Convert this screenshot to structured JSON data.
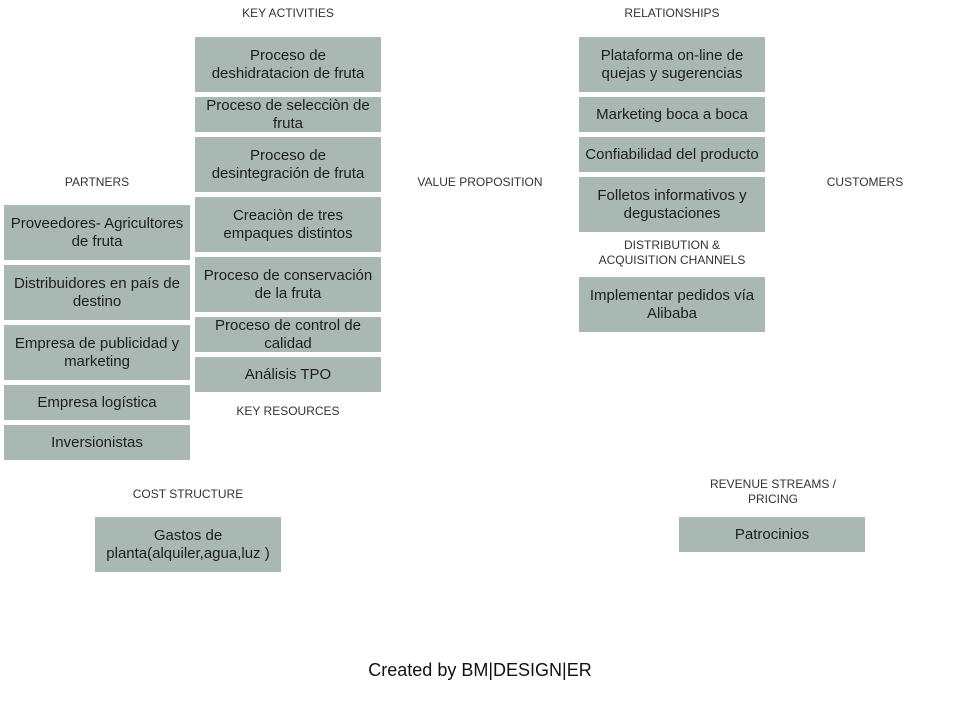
{
  "headers": {
    "key_activities": "KEY ACTIVITIES",
    "relationships": "RELATIONSHIPS",
    "partners": "PARTNERS",
    "value_proposition": "VALUE PROPOSITION",
    "customers": "CUSTOMERS",
    "distribution_channels": "DISTRIBUTION  &  ACQUISITION  CHANNELS",
    "key_resources": "KEY RESOURCES",
    "cost_structure": "COST  STRUCTURE",
    "revenue_streams": "REVENUE STREAMS  /  PRICING"
  },
  "key_activities": [
    "Proceso de deshidratacion de fruta",
    "Proceso de selecciòn de fruta",
    "Proceso de desintegración de fruta",
    "Creaciòn de tres empaques distintos",
    "Proceso de conservación de la fruta",
    "Proceso de control de calidad",
    "Análisis TPO"
  ],
  "relationships": [
    "Plataforma on-line de quejas y sugerencias",
    "Marketing boca a boca",
    "Confiabilidad del producto",
    "Folletos informativos y degustaciones"
  ],
  "partners": [
    "Proveedores- Agricultores de fruta",
    "Distribuidores en país de destino",
    "Empresa de publicidad y marketing",
    "Empresa logística",
    "Inversionistas"
  ],
  "distribution_channels": [
    "Implementar pedidos vía Alibaba"
  ],
  "cost_structure": [
    "Gastos de planta(alquiler,agua,luz )"
  ],
  "revenue_streams": [
    "Patrocinios"
  ],
  "footer": "Created by BM|DESIGN|ER"
}
